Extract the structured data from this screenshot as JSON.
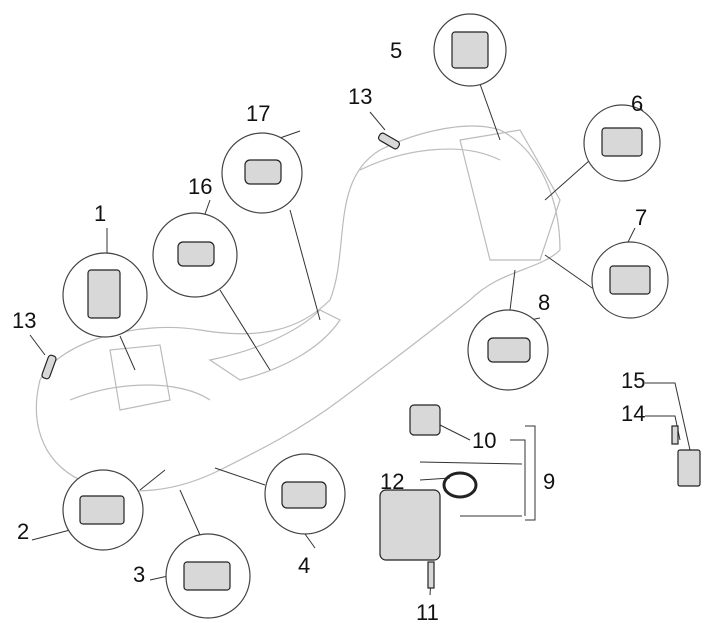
{
  "labels": {
    "p1": "1",
    "p2": "2",
    "p3": "3",
    "p4": "4",
    "p5": "5",
    "p6": "6",
    "p7": "7",
    "p8": "8",
    "p9": "9",
    "p10": "10",
    "p11": "11",
    "p12": "12",
    "p13a": "13",
    "p13b": "13",
    "p14": "14",
    "p15": "15",
    "p16": "16",
    "p17": "17"
  }
}
